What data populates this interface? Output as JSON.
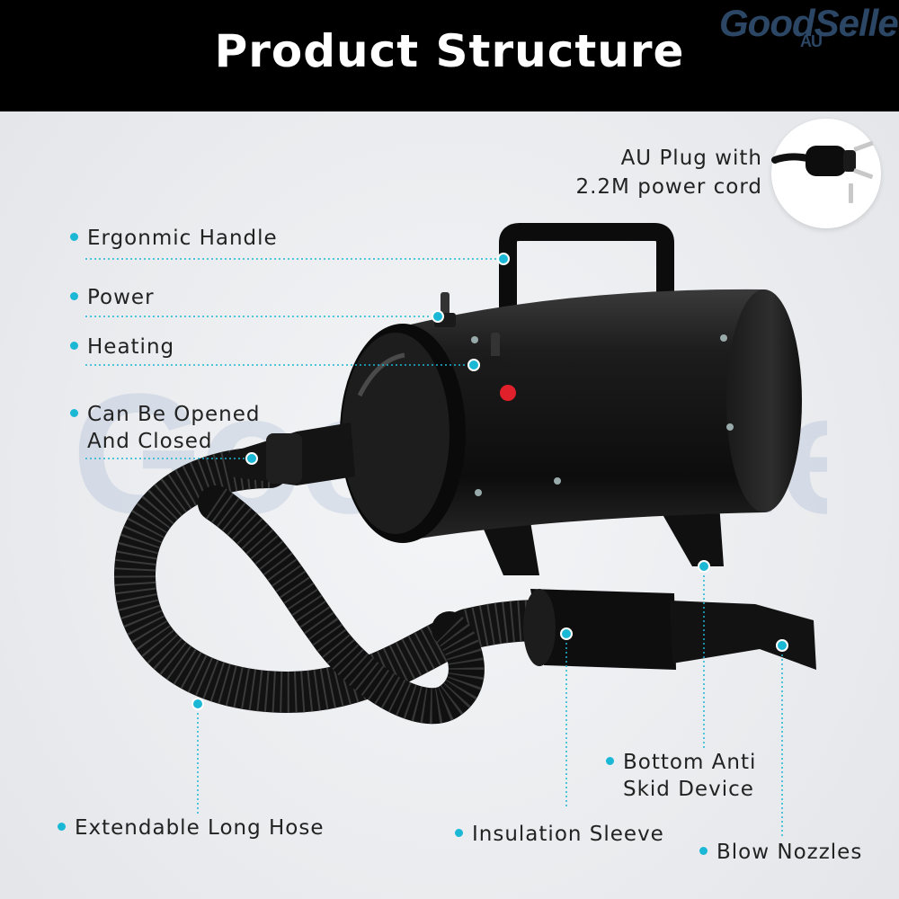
{
  "header": {
    "title": "Product Structure"
  },
  "brand": {
    "logo_text": "GoodSelle",
    "logo_sub": "AU",
    "watermark_text": "GoodSeller"
  },
  "plug": {
    "line1": "AU Plug with",
    "line2": "2.2M power cord",
    "icon": "au-plug-icon"
  },
  "labels": {
    "handle": "Ergonmic Handle",
    "power": "Power",
    "heating": "Heating",
    "opened_line1": "Can Be Opened",
    "opened_line2": "And Closed",
    "skid_line1": "Bottom Anti",
    "skid_line2": "Skid Device",
    "hose": "Extendable Long Hose",
    "sleeve": "Insulation Sleeve",
    "nozzles": "Blow Nozzles"
  },
  "colors": {
    "accent": "#1bb8d6",
    "header_bg": "#000000",
    "device_body": "#141414",
    "indicator": "#e0202a"
  }
}
